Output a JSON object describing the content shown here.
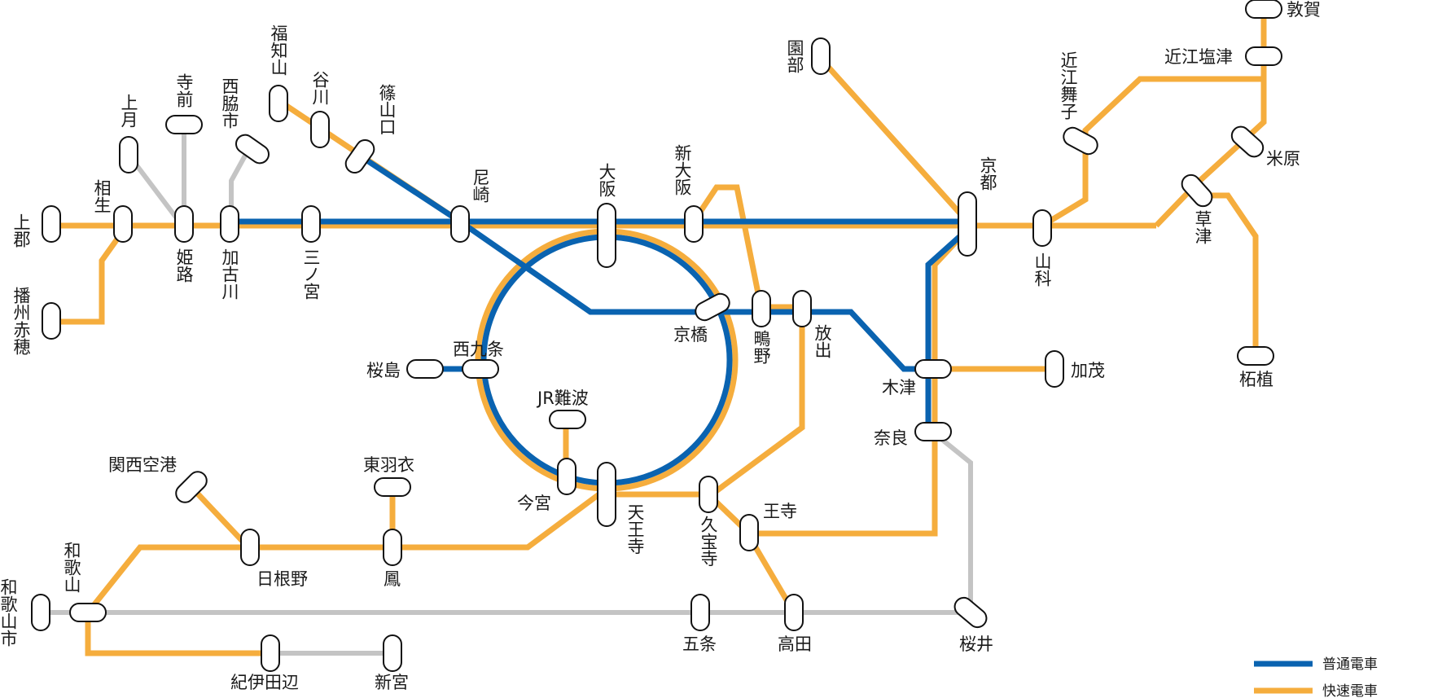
{
  "colors": {
    "local": "#0a63b0",
    "rapid": "#f5ad3d",
    "other": "#c4c4c4",
    "station_fill": "#ffffff",
    "station_stroke": "#111111",
    "text": "#1a1a1a"
  },
  "legend": {
    "local_label": "普通電車",
    "rapid_label": "快速電車"
  },
  "stations": {
    "kamigori": "上郡",
    "banshu_ako": "播州赤穂",
    "aioi": "相生",
    "kozuki": "上月",
    "temae": "寺前",
    "himeji": "姫路",
    "nishiwakishi": "西脇市",
    "kakogawa": "加古川",
    "fukuchiyama": "福知山",
    "tanigawa": "谷川",
    "sasayamaguchi": "篠山口",
    "sannomiya": "三ノ宮",
    "amagasaki": "尼崎",
    "osaka": "大阪",
    "shin_osaka": "新大阪",
    "sonobe": "園部",
    "kyoto": "京都",
    "omi_maiko": "近江舞子",
    "tsuruga": "敦賀",
    "omi_shiotsu": "近江塩津",
    "maibara": "米原",
    "kusatsu": "草津",
    "yamashina": "山科",
    "tsuge": "柘植",
    "kyobashi": "京橋",
    "shigino": "鴫野",
    "hanaten": "放出",
    "nishikujo": "西九条",
    "sakurajima": "桜島",
    "kizu": "木津",
    "kamo": "加茂",
    "nara": "奈良",
    "jr_namba": "JR難波",
    "imamiya": "今宮",
    "tennoji": "天王寺",
    "kyuhoji": "久宝寺",
    "oji": "王寺",
    "kansai_airport": "関西空港",
    "higashi_hagoromo": "東羽衣",
    "hineno": "日根野",
    "otori": "鳳",
    "wakayama": "和歌山",
    "wakayamashi": "和歌山市",
    "gojo": "五条",
    "takada": "高田",
    "sakurai": "桜井",
    "kii_tanabe": "紀伊田辺",
    "shingu": "新宮"
  }
}
